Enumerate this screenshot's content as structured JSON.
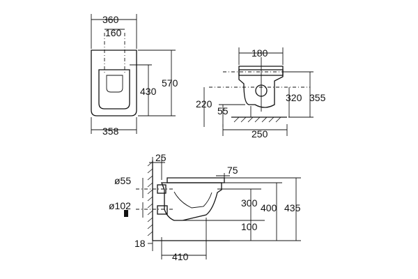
{
  "diagram": {
    "front_view": {
      "width_top": "360",
      "inlet_spacing": "160",
      "height_total": "570",
      "height_inner": "430",
      "width_bottom": "358"
    },
    "side_view_small": {
      "top_width": "180",
      "height_a": "220",
      "height_b": "55",
      "height_c": "320",
      "height_d": "355",
      "depth": "250"
    },
    "side_view_large": {
      "wall_offset": "25",
      "pipe_small": "ø55",
      "rim_offset": "75",
      "pipe_large": "ø102",
      "height_300": "300",
      "height_400": "400",
      "height_435": "435",
      "width_100": "100",
      "bottom_offset": "18",
      "depth_410": "410"
    }
  }
}
